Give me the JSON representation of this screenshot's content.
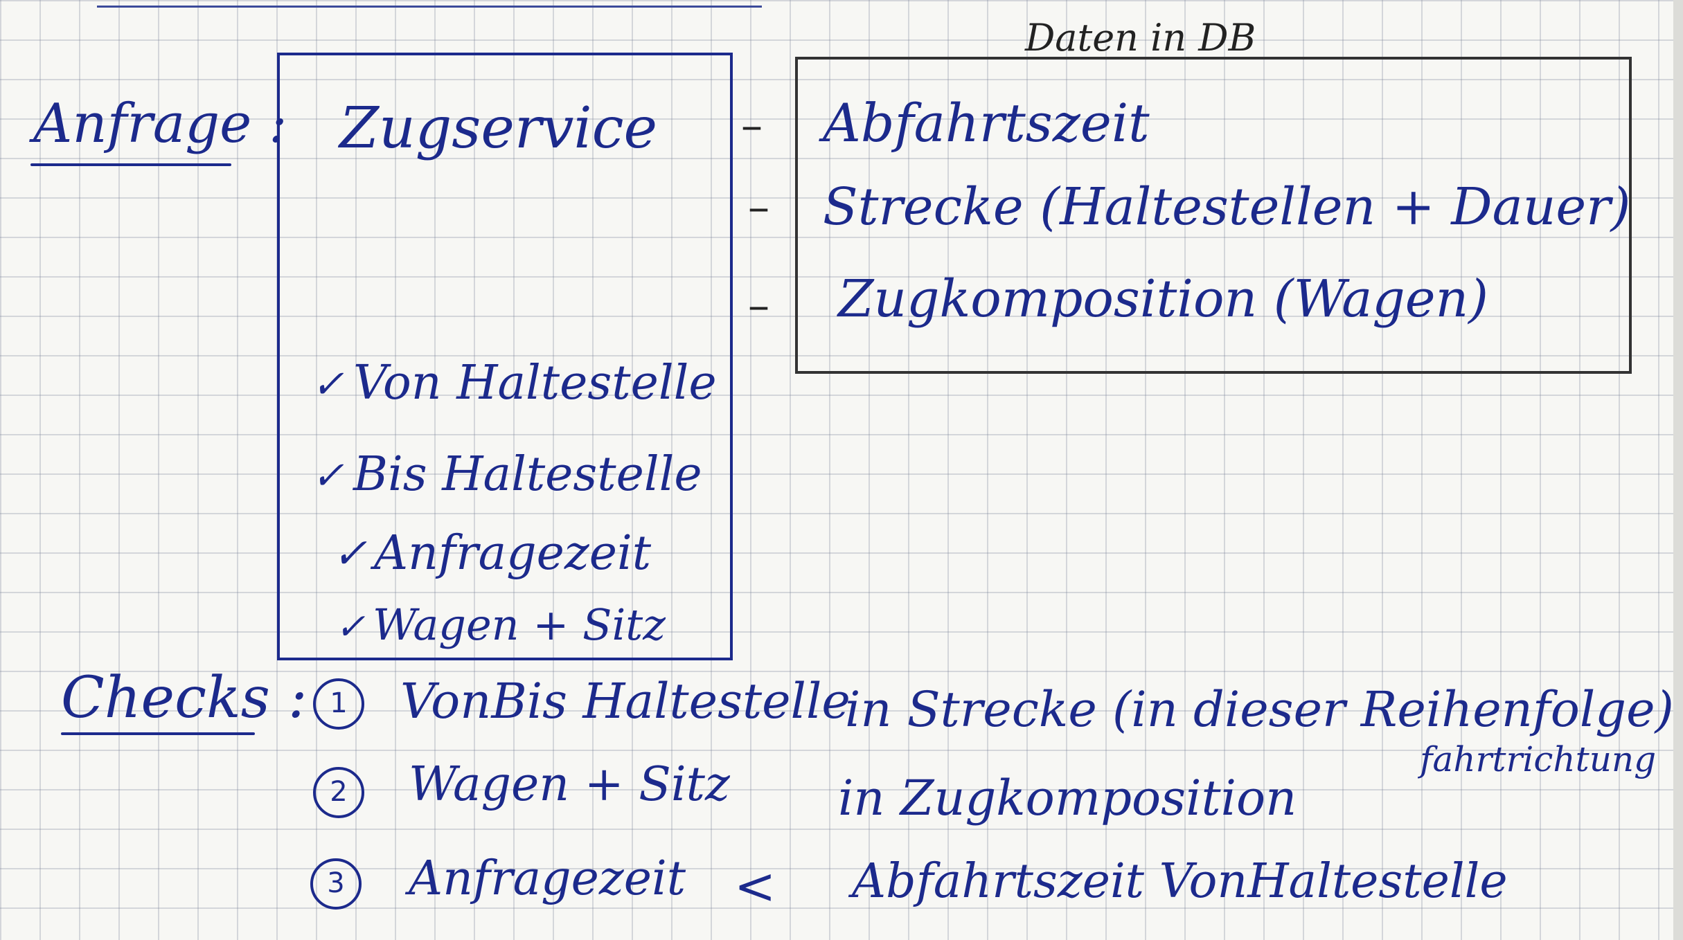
{
  "request_label": "Anfrage :",
  "service_box": {
    "title": "Zugservice",
    "items": [
      "Von Haltestelle",
      "Bis Haltestelle",
      "Anfragezeit",
      "Wagen + Sitz"
    ],
    "check_mark": "✓"
  },
  "db_section": {
    "heading": "Daten in DB",
    "items": [
      "Abfahrtszeit",
      "Strecke (Haltestellen + Dauer)",
      "Zugkomposition (Wagen)"
    ],
    "dash": "–"
  },
  "checks": {
    "label": "Checks :",
    "rows": [
      {
        "num": "1",
        "left": "VonBis Haltestelle",
        "relation": "in Strecke (in dieser Reihenfolge)",
        "note": "fahrtrichtung"
      },
      {
        "num": "2",
        "left": "Wagen + Sitz",
        "relation": "in Zugkomposition"
      },
      {
        "num": "3",
        "left": "Anfragezeit",
        "op": "<",
        "relation": "Abfahrtszeit VonHaltestelle"
      }
    ]
  }
}
